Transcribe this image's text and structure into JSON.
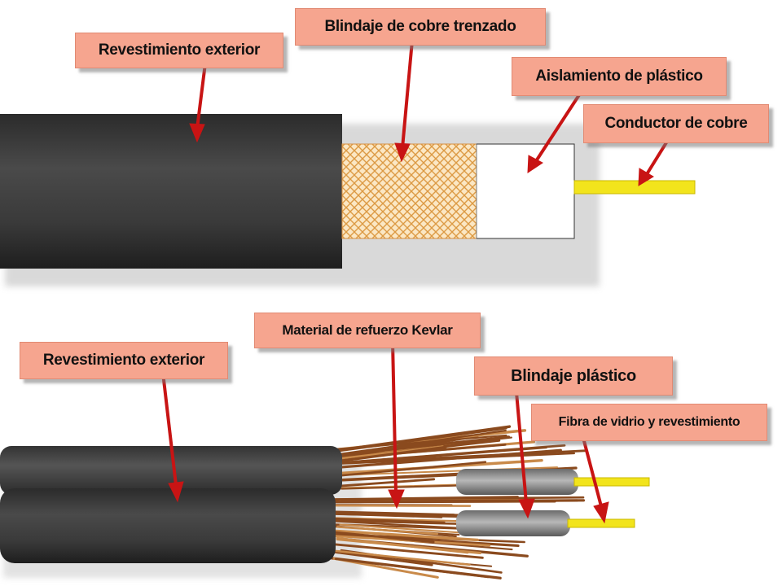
{
  "coaxial": {
    "labels": {
      "outer_jacket": "Revestimiento exterior",
      "braided_shield": "Blindaje de cobre trenzado",
      "plastic_insulation": "Aislamiento de plástico",
      "copper_conductor": "Conductor de cobre"
    }
  },
  "fiber": {
    "labels": {
      "outer_jacket": "Revestimiento exterior",
      "kevlar": "Material de refuerzo Kevlar",
      "plastic_shield": "Blindaje plástico",
      "glass_fiber": "Fibra de vidrio y revestimiento"
    }
  },
  "colors": {
    "label_bg": "#f6a58f",
    "arrow": "#d01818",
    "jacket": "#3a3a3a",
    "braid": "#e0a050",
    "conductor": "#f0e020",
    "kevlar": "#8a4a1e"
  }
}
